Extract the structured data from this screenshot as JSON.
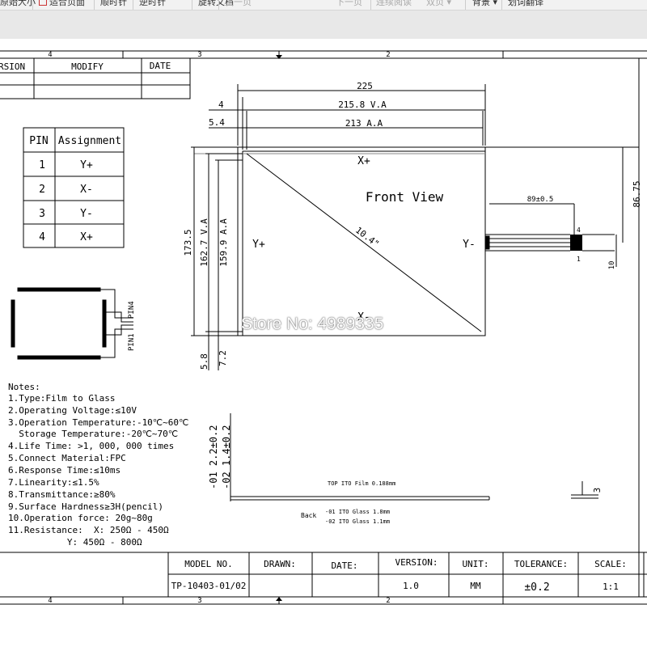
{
  "toolbar": {
    "items": [
      {
        "label": "原始大小",
        "enabled": true
      },
      {
        "label": "适合页面",
        "enabled": true
      },
      {
        "label": "顺时针",
        "enabled": true
      },
      {
        "label": "逆时针",
        "enabled": true
      },
      {
        "label": "旋转文档",
        "enabled": true
      },
      {
        "label": "上一页",
        "enabled": false
      },
      {
        "label": "下一页",
        "enabled": false
      },
      {
        "label": "连续阅读",
        "enabled": false
      },
      {
        "label": "双页",
        "enabled": false
      },
      {
        "label": "背景",
        "enabled": true
      },
      {
        "label": "划词翻译",
        "enabled": true
      }
    ]
  },
  "drawing": {
    "zone_markers": {
      "top": [
        "4",
        "3",
        "2"
      ],
      "bottom": [
        "4",
        "3",
        "2"
      ]
    },
    "revision_table": {
      "headers": [
        "RSION",
        "MODIFY",
        "DATE"
      ]
    },
    "pin_table": {
      "headers": [
        "PIN",
        "Assignment"
      ],
      "rows": [
        {
          "pin": "1",
          "assignment": "Y+"
        },
        {
          "pin": "2",
          "assignment": "X-"
        },
        {
          "pin": "3",
          "assignment": "Y-"
        },
        {
          "pin": "4",
          "assignment": "X+"
        }
      ]
    },
    "pin_labels": {
      "pin4": "PIN4",
      "pin1": "PIN1"
    },
    "front_view": {
      "title": "Front View",
      "labels": {
        "x_plus": "X+",
        "x_minus": "X-",
        "y_plus": "Y+",
        "y_minus": "Y-"
      },
      "diagonal": "10.4\"",
      "dims": {
        "overall_width": "225",
        "va_width": "215.8 V.A",
        "aa_width": "213 A.A",
        "left_offset_1": "4",
        "left_offset_2": "5.4",
        "overall_height": "173.5",
        "va_height": "162.7 V.A",
        "aa_height": "159.9 A.A",
        "bottom_offset_1": "5.8",
        "bottom_offset_2": "7.2",
        "tail_position": "86.75",
        "tail_length": "89±0.5",
        "tail_width": "10",
        "tail_pin_1": "1",
        "tail_pin_4": "4"
      }
    },
    "side_view": {
      "thickness_01": "-01 2.2±0.2",
      "thickness_02": "-02 1.4±0.2",
      "top_label": "TOP ITO Film 0.188mm",
      "back_label": "Back",
      "back_01": "-01 ITO Glass 1.8mm",
      "back_02": "-02 ITO Glass 1.1mm",
      "tail_dim": "3"
    },
    "notes": {
      "title": "Notes:",
      "lines": [
        "1.Type:Film to Glass",
        "2.Operating Voltage:≤10V",
        "3.Operation Temperature:-10℃~60℃",
        "  Storage Temperature:-20℃~70℃",
        "4.Life Time: >1, 000, 000 times",
        "5.Connect Material:FPC",
        "6.Response Time:≤10ms",
        "7.Linearity:≤1.5%",
        "8.Transmittance:≥80%",
        "9.Surface Hardness≥3H(pencil)",
        "10.Operation force: 20g~80g",
        "11.Resistance:  X: 250Ω - 450Ω",
        "           Y: 450Ω - 800Ω"
      ]
    },
    "title_block": {
      "headers": [
        "MODEL NO.",
        "DRAWN:",
        "DATE:",
        "VERSION:",
        "UNIT:",
        "TOLERANCE:",
        "SCALE:"
      ],
      "values": [
        "TP-10403-01/02",
        "",
        "",
        "1.0",
        "MM",
        "±0.2",
        "1:1"
      ]
    },
    "watermark": "Store No: 4989335"
  }
}
